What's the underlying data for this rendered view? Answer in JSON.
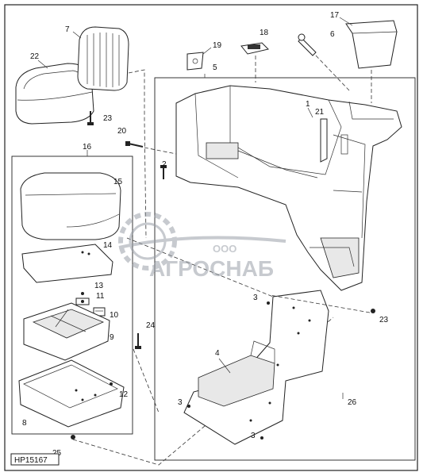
{
  "figure_id": "HP15167",
  "watermark": {
    "small_text": "ООО",
    "main_text": "АГРОСНАБ",
    "color": "#9aa0a8"
  },
  "callouts": {
    "c1": "1",
    "c2": "2",
    "c3a": "3",
    "c3b": "3",
    "c3c": "3",
    "c4": "4",
    "c5": "5",
    "c6": "6",
    "c7": "7",
    "c8": "8",
    "c9": "9",
    "c10": "10",
    "c11": "11",
    "c12": "12",
    "c13": "13",
    "c14": "14",
    "c15": "15",
    "c16": "16",
    "c17": "17",
    "c18": "18",
    "c19": "19",
    "c20": "20",
    "c21": "21",
    "c22": "22",
    "c23a": "23",
    "c23b": "23",
    "c24": "24",
    "c25": "25",
    "c26": "26"
  }
}
